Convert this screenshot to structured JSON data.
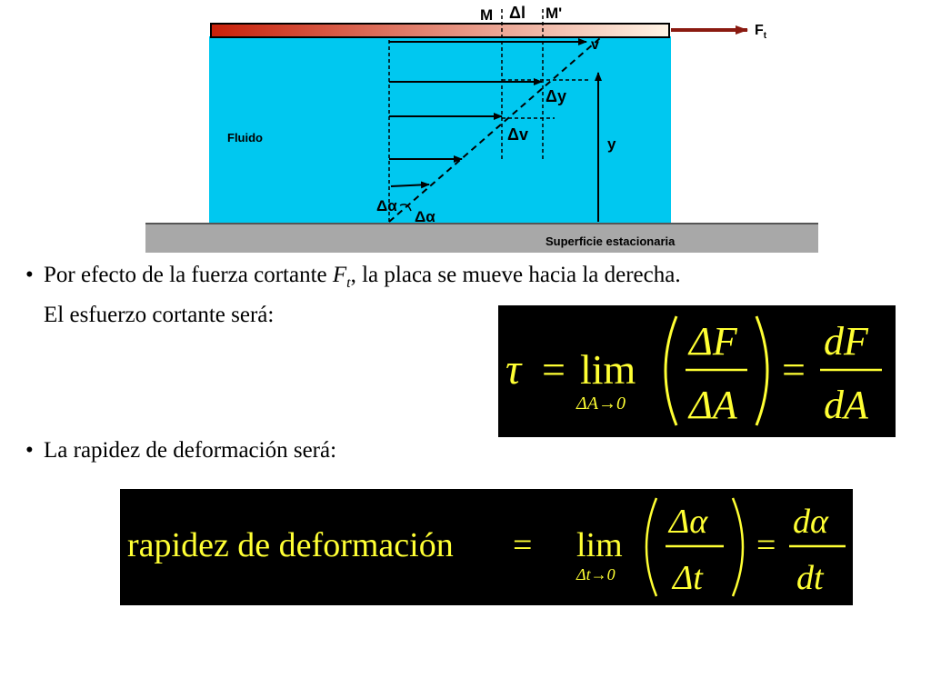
{
  "diagram": {
    "label_M": "M",
    "label_delta_l": "Δl",
    "label_M_prime": "M'",
    "label_Ft": "F",
    "label_Ft_sub": "t",
    "label_v": "v",
    "label_delta_y": "Δy",
    "label_delta_v": "Δv",
    "label_y": "y",
    "label_fluido": "Fluido",
    "label_delta_alpha_1": "Δα",
    "label_delta_alpha_2": "Δα",
    "label_surface": "Superficie estacionaria",
    "colors": {
      "fluid": "#00c8f0",
      "plate_start": "#c8200a",
      "plate_end": "#fff4e6",
      "surface": "#a8a8a8",
      "arrow": "#000000",
      "force_arrow": "#8a1a10"
    }
  },
  "bullets": [
    {
      "line1_pre": "Por efecto de la fuerza cortante ",
      "line1_var": "F",
      "line1_sub": "t",
      "line1_post": ", la placa se mueve hacia la derecha.",
      "line2": "El esfuerzo cortante será:"
    },
    {
      "line1": "La rapidez de deformación será:"
    }
  ],
  "bullet_char": "•",
  "eq1": {
    "tau": "τ",
    "equals": "=",
    "lim": "lim",
    "lim_sub": "ΔA→0",
    "num": "ΔF",
    "den": "ΔA",
    "equals2": "=",
    "dnum": "dF",
    "dden": "dA"
  },
  "eq2": {
    "lhs": "rapidez de deformación",
    "equals": "=",
    "lim": "lim",
    "lim_sub": "Δt→0",
    "num": "Δα",
    "den": "Δt",
    "equals2": "=",
    "dnum": "dα",
    "dden": "dt"
  },
  "eq_color": "#ffff33"
}
